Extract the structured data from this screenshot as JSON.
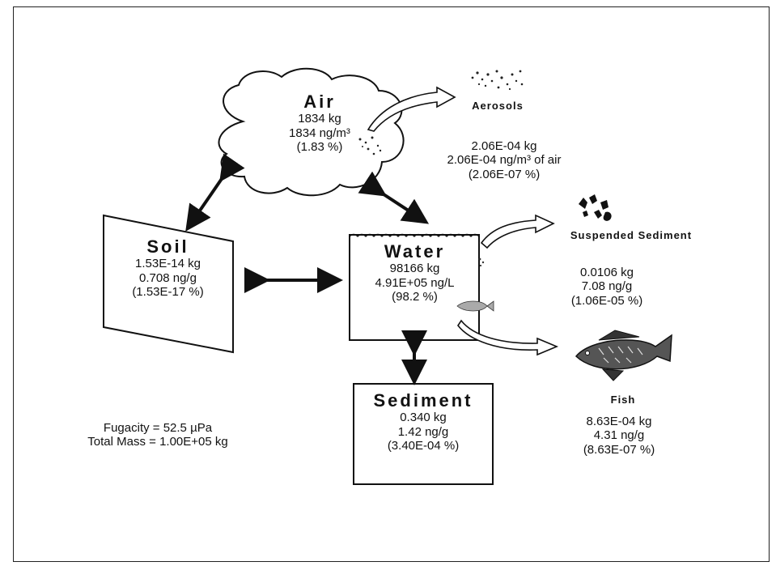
{
  "air": {
    "title": "Air",
    "mass": "1834 kg",
    "conc": "1834 ng/m³",
    "pct": "(1.83 %)"
  },
  "aerosols": {
    "title": "Aerosols",
    "mass": "2.06E-04 kg",
    "conc": "2.06E-04 ng/m³ of air",
    "pct": "(2.06E-07 %)"
  },
  "soil": {
    "title": "Soil",
    "mass": "1.53E-14 kg",
    "conc": "0.708 ng/g",
    "pct": "(1.53E-17 %)"
  },
  "water": {
    "title": "Water",
    "mass": "98166 kg",
    "conc": "4.91E+05 ng/L",
    "pct": "(98.2 %)"
  },
  "suspended_sediment": {
    "title": "Suspended Sediment",
    "mass": "0.0106 kg",
    "conc": "7.08 ng/g",
    "pct": "(1.06E-05 %)"
  },
  "sediment": {
    "title": "Sediment",
    "mass": "0.340 kg",
    "conc": "1.42 ng/g",
    "pct": "(3.40E-04 %)"
  },
  "fish": {
    "title": "Fish",
    "mass": "8.63E-04 kg",
    "conc": "4.31 ng/g",
    "pct": "(8.63E-07 %)"
  },
  "summary": {
    "fugacity": "Fugacity = 52.5 µPa",
    "total_mass": "Total Mass = 1.00E+05 kg"
  },
  "icons": [
    "aerosol-particles-icon",
    "sediment-particles-icon",
    "fish-icon"
  ],
  "colors": {
    "ink": "#111111",
    "background": "#ffffff"
  }
}
